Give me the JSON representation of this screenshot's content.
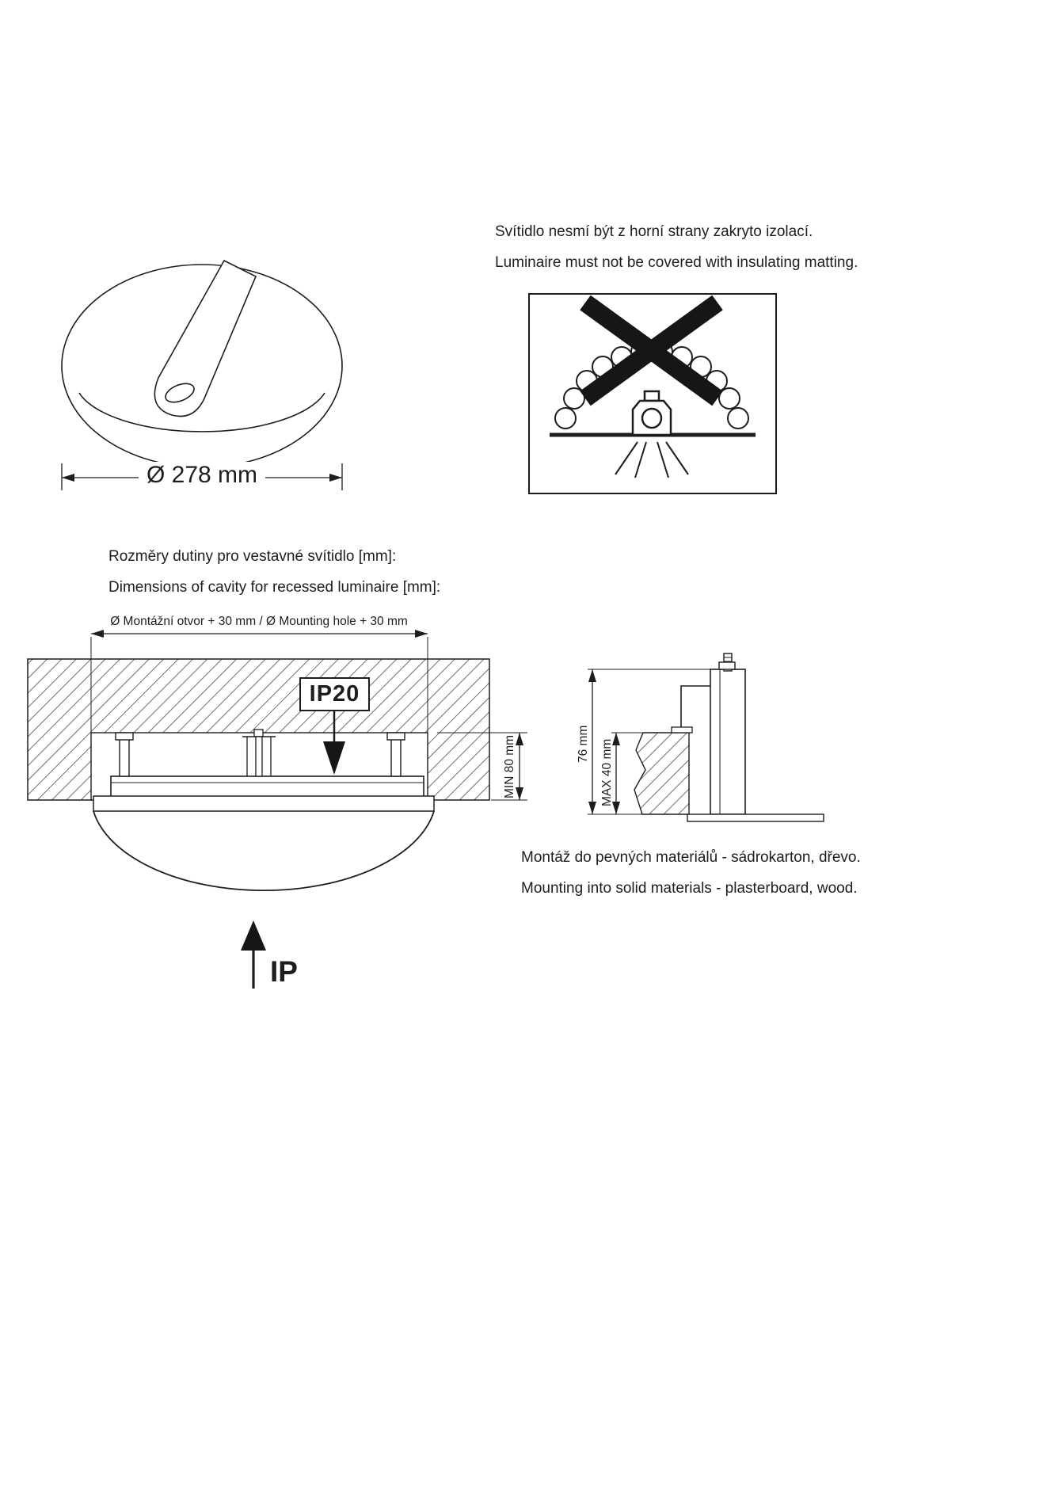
{
  "page": {
    "background": "#ffffff",
    "line_color": "#1d1d1d"
  },
  "top_view": {
    "diameter_label": "Ø 278 mm"
  },
  "insulation_note": {
    "cs": "Svítidlo nesmí být z horní strany zakryto izolací.",
    "en": "Luminaire must not be covered with insulating matting."
  },
  "cavity_note": {
    "cs": "Rozměry dutiny pro vestavné svítidlo [mm]:",
    "en": "Dimensions of cavity for recessed luminaire [mm]:"
  },
  "section_view": {
    "mounting_hole_label": "Ø Montážní otvor + 30 mm / Ø Mounting hole + 30 mm",
    "ip_rating_label": "IP20",
    "min_depth_label": "MIN 80 mm",
    "ip_label": "IP"
  },
  "detail_view": {
    "height_label": "76 mm",
    "max_thickness_label": "MAX 40 mm"
  },
  "mounting_note": {
    "cs": "Montáž do pevných materiálů - sádrokarton, dřevo.",
    "en": "Mounting into solid materials - plasterboard, wood."
  }
}
